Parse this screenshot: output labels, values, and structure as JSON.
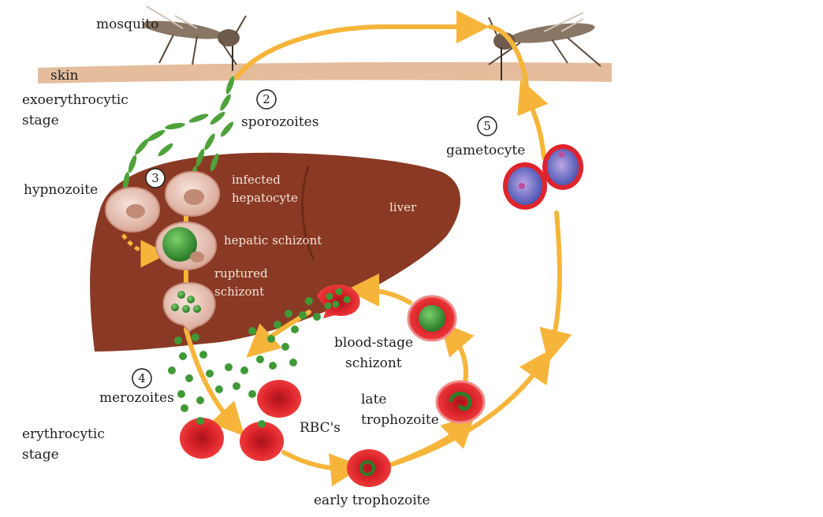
{
  "labels": {
    "mosquito": "mosquito",
    "skin": "skin",
    "exo_line1": "exoerythrocytic",
    "exo_line2": "stage",
    "sporozoites": "sporozoites",
    "hypnozoite": "hypnozoite",
    "infected_line1": "infected",
    "infected_line2": "hepatocyte",
    "liver": "liver",
    "hepatic_schizont": "hepatic schizont",
    "ruptured_line1": "ruptured",
    "ruptured_line2": "schizont",
    "merozoites": "merozoites",
    "ery_line1": "erythrocytic",
    "ery_line2": "stage",
    "rbcs": "RBC's",
    "blood_line1": "blood-stage",
    "blood_line2": "schizont",
    "late_line1": "late",
    "late_line2": "trophozoite",
    "early": "early trophozoite",
    "gametocyte": "gametocyte"
  },
  "steps": {
    "s2": "2",
    "s3": "3",
    "s4": "4",
    "s5": "5"
  },
  "colors": {
    "arrow": "#f6b53a",
    "liver": "#8a3a24",
    "skin": "#e5bd9c",
    "rbc": "#e0242c",
    "parasite": "#3f9a36",
    "cell": "#e7c1b3"
  }
}
